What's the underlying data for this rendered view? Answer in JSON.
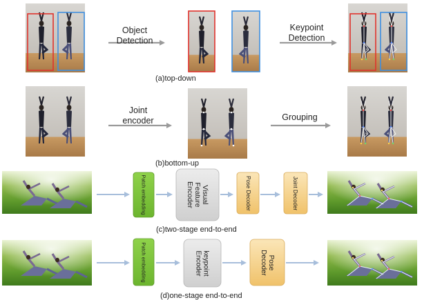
{
  "captions": {
    "top_down": "(a)top-down",
    "bottom_up": "(b)bottom-up",
    "two_stage": "(c)two-stage end-to-end",
    "one_stage": "(d)one-stage end-to-end"
  },
  "arrows": {
    "object_detection": [
      "Object",
      "Detection"
    ],
    "keypoint_detection": [
      "Keypoint",
      "Detection"
    ],
    "joint_encoder": [
      "Joint",
      "encoder"
    ],
    "grouping": "Grouping"
  },
  "modules": {
    "two_stage": {
      "patch_embedding": "Patch embedding",
      "visual_feature_encoder": [
        "Visual",
        "Feature",
        "Encoder"
      ],
      "pose_decoder": "Pose Decoder",
      "joint_decoder": "Joint Decoder"
    },
    "one_stage": {
      "patch_embedding": "Patch embedding",
      "keypoint_encoder": [
        "keypoint",
        "Encoder"
      ],
      "pose_decoder": [
        "Pose",
        "Decoder"
      ]
    }
  },
  "colors": {
    "green_module": "#7dc63b",
    "gray_module": "#dcdcdc",
    "orange_module": "#f4d08a",
    "arrow_gray": "#9a9a9a",
    "arrow_blue": "#a7bedb",
    "box_red": "#e0322c",
    "box_blue": "#3f8fe0"
  }
}
